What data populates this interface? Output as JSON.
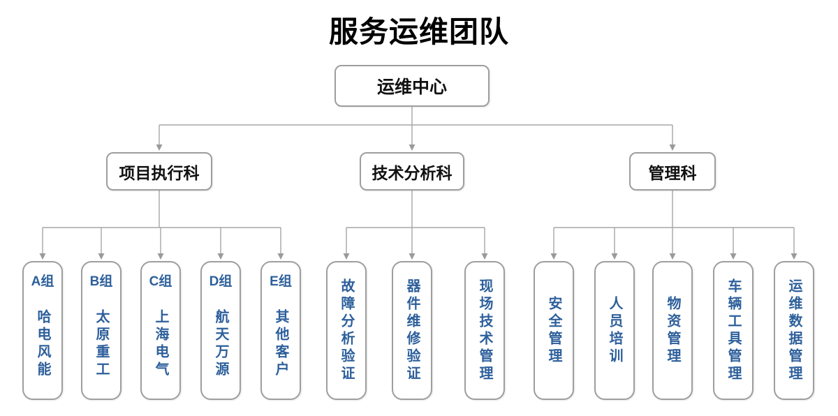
{
  "title": "服务运维团队",
  "colors": {
    "text_blue": "#2D5F9B",
    "box_border_gray": "#9E9E9E",
    "connector_gray": "#A6A6A6",
    "title_black": "#000000"
  },
  "org": {
    "root": {
      "label": "运维中心"
    },
    "sections": [
      {
        "label": "项目执行科",
        "children": [
          {
            "group": "A组",
            "name": "哈电风能"
          },
          {
            "group": "B组",
            "name": "太原重工"
          },
          {
            "group": "C组",
            "name": "上海电气"
          },
          {
            "group": "D组",
            "name": "航天万源"
          },
          {
            "group": "E组",
            "name": "其他客户"
          }
        ]
      },
      {
        "label": "技术分析科",
        "children": [
          {
            "name": "故障分析验证"
          },
          {
            "name": "器件维修验证"
          },
          {
            "name": "现场技术管理"
          }
        ]
      },
      {
        "label": "管理科",
        "children": [
          {
            "name": "安全管理"
          },
          {
            "name": "人员培训"
          },
          {
            "name": "物资管理"
          },
          {
            "name": "车辆工具管理"
          },
          {
            "name": "运维数据管理"
          }
        ]
      }
    ]
  }
}
